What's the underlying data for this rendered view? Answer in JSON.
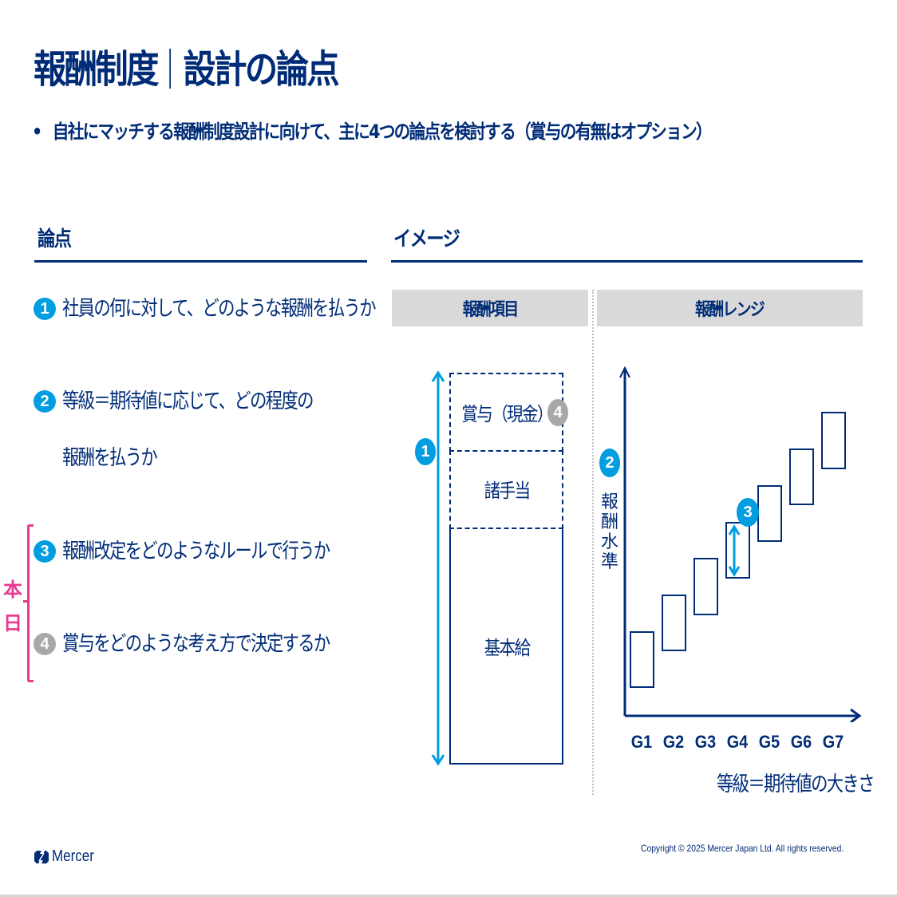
{
  "header": {
    "title_left": "報酬制度",
    "title_right": "設計の論点",
    "subtitle_bullet": "•",
    "subtitle": "自社にマッチする報酬制度設計に向けて、主に4つの論点を検討する（賞与の有無はオプション）"
  },
  "left_section": {
    "heading": "論点",
    "items": [
      {
        "number": "1",
        "color": "blue",
        "lines": [
          "社員の何に対して、どのような報酬を払うか"
        ]
      },
      {
        "number": "2",
        "color": "blue",
        "lines": [
          "等級＝期待値に応じて、どの程度の",
          "報酬を払うか"
        ]
      },
      {
        "number": "3",
        "color": "blue",
        "lines": [
          "報酬改定をどのようなルールで行うか"
        ]
      },
      {
        "number": "4",
        "color": "gray",
        "lines": [
          "賞与をどのような考え方で決定するか"
        ]
      }
    ],
    "today_label": [
      "本",
      "日"
    ]
  },
  "right_section": {
    "heading": "イメージ",
    "panel_left": {
      "header": "報酬項目",
      "marker": "1",
      "components": [
        {
          "label": "賞与（現金）",
          "style": "dashed",
          "marker": "4"
        },
        {
          "label": "諸手当",
          "style": "dashed"
        },
        {
          "label": "基本給",
          "style": "solid"
        }
      ]
    },
    "panel_right": {
      "header": "報酬レンジ",
      "y_marker": "2",
      "y_label": [
        "報",
        "酬",
        "水",
        "準"
      ],
      "range_marker": "3",
      "x_label": "等級＝期待値の大きさ",
      "grades": [
        "G1",
        "G2",
        "G3",
        "G4",
        "G5",
        "G6",
        "G7"
      ]
    }
  },
  "colors": {
    "navy": "#002c77",
    "accent_blue": "#009de0",
    "marker_gray": "#a8a8a8",
    "highlight_pink": "#e8398e",
    "header_gray": "#d9d9d9"
  },
  "footer": {
    "logo_text": "Mercer",
    "copyright": "Copyright © 2025 Mercer Japan Ltd. All rights reserved."
  },
  "chart_data": {
    "type": "range_bar",
    "title": "報酬レンジ",
    "categories": [
      "G1",
      "G2",
      "G3",
      "G4",
      "G5",
      "G6",
      "G7"
    ],
    "xlabel": "等級＝期待値の大きさ",
    "ylabel": "報酬水準",
    "ranges_relative": [
      {
        "grade": "G1",
        "low": 0.08,
        "high": 0.24
      },
      {
        "grade": "G2",
        "low": 0.19,
        "high": 0.35
      },
      {
        "grade": "G3",
        "low": 0.29,
        "high": 0.45
      },
      {
        "grade": "G4",
        "low": 0.4,
        "high": 0.56
      },
      {
        "grade": "G5",
        "low": 0.5,
        "high": 0.67
      },
      {
        "grade": "G6",
        "low": 0.61,
        "high": 0.77
      },
      {
        "grade": "G7",
        "low": 0.71,
        "high": 0.87
      }
    ],
    "grid": false,
    "legend": "none"
  }
}
